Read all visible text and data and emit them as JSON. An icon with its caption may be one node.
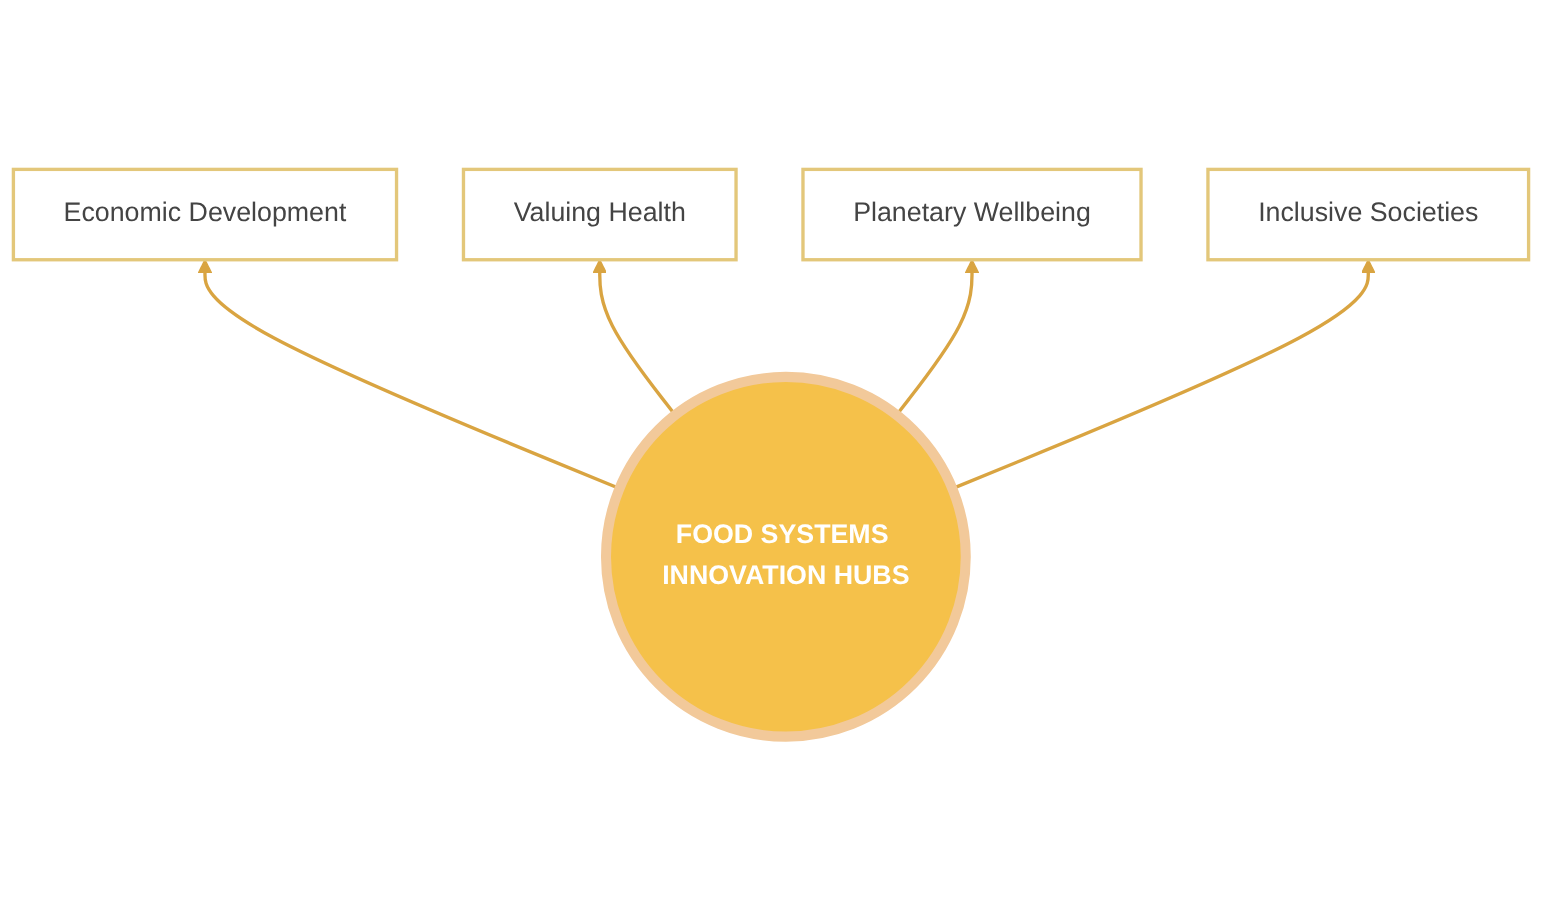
{
  "diagram": {
    "nodes": [
      {
        "text": [
          "Economic Development"
        ]
      },
      {
        "text": [
          "Valuing Health"
        ]
      },
      {
        "text": [
          "Planetary Wellbeing"
        ]
      },
      {
        "text": [
          "Inclusive Societies"
        ]
      },
      {
        "text": [
          "FOOD SYSTEMS INNOVATION HUBS"
        ]
      }
    ],
    "edges": [
      {
        "from": 4,
        "to": 0,
        "arrow": "to"
      },
      {
        "from": 4,
        "to": 1,
        "arrow": "to"
      },
      {
        "from": 4,
        "to": 2,
        "arrow": "to"
      },
      {
        "from": 4,
        "to": 3,
        "arrow": "to"
      }
    ]
  }
}
